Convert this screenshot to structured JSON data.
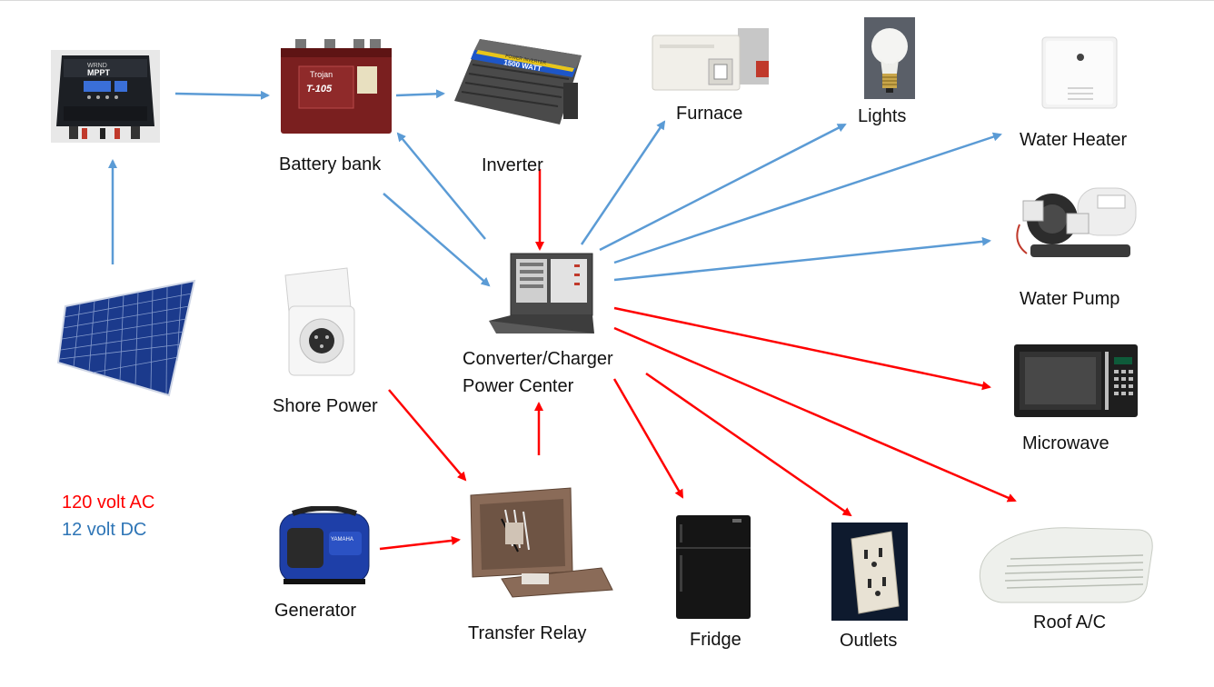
{
  "components": {
    "mppt": {
      "brand": "WRND",
      "model": "MPPT"
    },
    "battery": {
      "label": "Battery bank",
      "brand": "Trojan",
      "model": "T-105"
    },
    "inverter": {
      "label": "Inverter",
      "rating": "1500 WATT",
      "band": "POWER INVERTER"
    },
    "furnace": {
      "label": "Furnace"
    },
    "lights": {
      "label": "Lights"
    },
    "water_heater": {
      "label": "Water Heater"
    },
    "water_pump": {
      "label": "Water Pump"
    },
    "microwave": {
      "label": "Microwave"
    },
    "solar_panel": {
      "label": ""
    },
    "shore_power": {
      "label": "Shore Power"
    },
    "converter": {
      "label_line1": "Converter/Charger",
      "label_line2": "Power Center"
    },
    "generator": {
      "label": "Generator",
      "brand": "YAMAHA"
    },
    "transfer_relay": {
      "label": "Transfer Relay"
    },
    "fridge": {
      "label": "Fridge"
    },
    "outlets": {
      "label": "Outlets"
    },
    "roof_ac": {
      "label": "Roof A/C"
    }
  },
  "legend": {
    "ac": {
      "text": "120 volt AC",
      "color": "#ff0000"
    },
    "dc": {
      "text": "12 volt DC",
      "color": "#2e75b6"
    }
  },
  "connections": [
    {
      "from": "solar_panel",
      "to": "mppt",
      "type": "dc"
    },
    {
      "from": "mppt",
      "to": "battery",
      "type": "dc"
    },
    {
      "from": "battery",
      "to": "inverter",
      "type": "dc"
    },
    {
      "from": "battery",
      "to": "converter",
      "type": "dc"
    },
    {
      "from": "converter",
      "to": "battery",
      "type": "dc"
    },
    {
      "from": "inverter",
      "to": "converter",
      "type": "ac"
    },
    {
      "from": "converter",
      "to": "furnace",
      "type": "dc"
    },
    {
      "from": "converter",
      "to": "lights",
      "type": "dc"
    },
    {
      "from": "converter",
      "to": "water_heater",
      "type": "dc"
    },
    {
      "from": "converter",
      "to": "water_pump",
      "type": "dc"
    },
    {
      "from": "converter",
      "to": "microwave",
      "type": "ac"
    },
    {
      "from": "converter",
      "to": "roof_ac",
      "type": "ac"
    },
    {
      "from": "converter",
      "to": "outlets",
      "type": "ac"
    },
    {
      "from": "converter",
      "to": "fridge",
      "type": "ac"
    },
    {
      "from": "shore_power",
      "to": "transfer_relay",
      "type": "ac"
    },
    {
      "from": "generator",
      "to": "transfer_relay",
      "type": "ac"
    },
    {
      "from": "transfer_relay",
      "to": "converter",
      "type": "ac"
    }
  ]
}
